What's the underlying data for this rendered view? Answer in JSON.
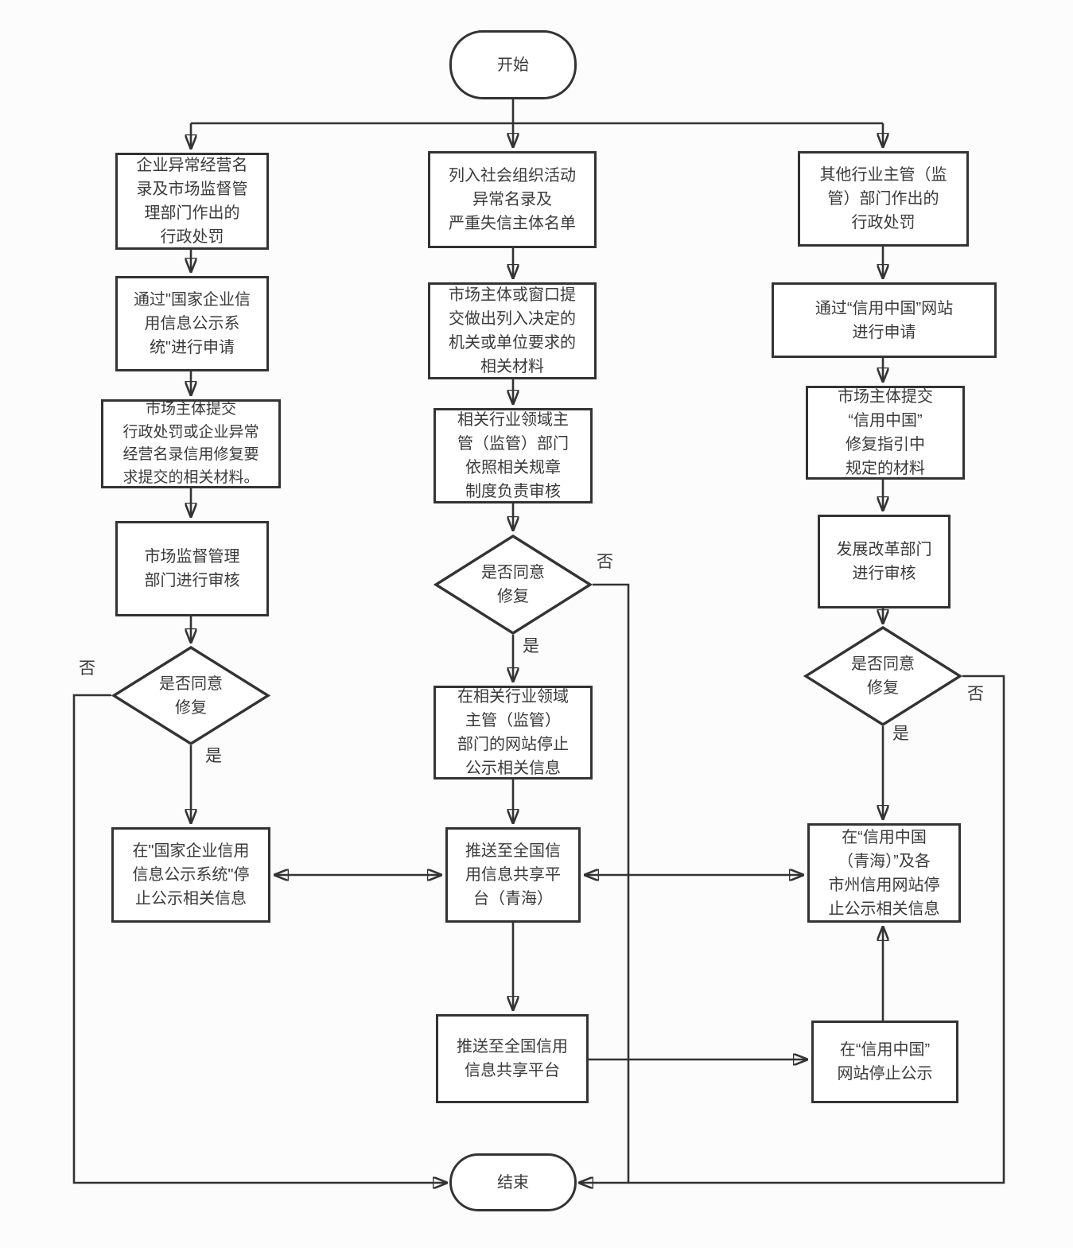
{
  "colors": {
    "stroke": "#333333",
    "text": "#3a3a3a",
    "node_fill": "#ffffff",
    "background": "#fcfcfc"
  },
  "labels": {
    "yes": "是",
    "no": "否"
  },
  "nodes": {
    "start": "开始",
    "end": "结束",
    "l1": "企业异常经营名\n录及市场监督管\n理部门作出的\n行政处罚",
    "l2": "通过\"国家企业信\n用信息公示系\n统\"进行申请",
    "l3": "市场主体提交\n行政处罚或企业异常\n经营名录信用修复要\n求提交的相关材料。",
    "l4": "市场监督管理\n部门进行审核",
    "l5": "是否同意\n修复",
    "l6": "在\"国家企业信用\n信息公示系统\"停\n止公示相关信息",
    "m1": "列入社会组织活动\n异常名录及\n严重失信主体名单",
    "m2": "市场主体或窗口提\n交做出列入决定的\n机关或单位要求的\n相关材料",
    "m3": "相关行业领域主\n管（监管）部门\n依照相关规章\n制度负责审核",
    "m4": "是否同意\n修复",
    "m5": "在相关行业领域\n主管（监管）\n部门的网站停止\n公示相关信息",
    "m6": "推送至全国信\n用信息共享平\n台（青海）",
    "m7": "推送至全国信用\n信息共享平台",
    "r1": "其他行业主管（监\n管）部门作出的\n行政处罚",
    "r2": "通过“信用中国”网站\n进行申请",
    "r3": "市场主体提交\n“信用中国”\n修复指引中\n规定的材料",
    "r4": "发展改革部门\n进行审核",
    "r5": "是否同意\n修复",
    "r6": "在“信用中国\n（青海）”及各\n市州信用网站停\n止公示相关信息",
    "r7": "在“信用中国”\n网站停止公示"
  }
}
